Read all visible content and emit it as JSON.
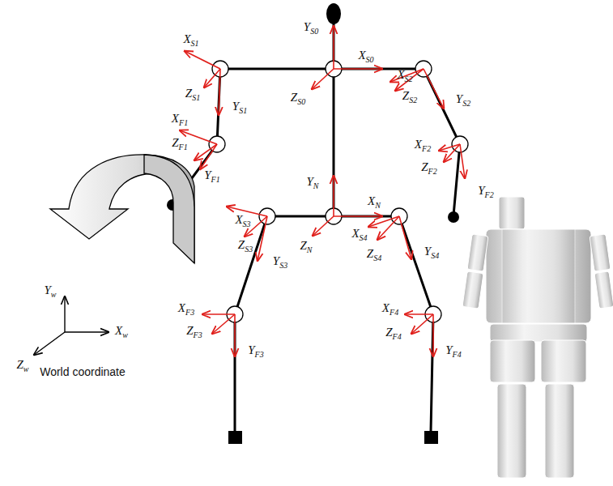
{
  "diagram": {
    "labels": [
      "YS0",
      "XS1",
      "XS0",
      "ZS1",
      "YS1",
      "ZS0",
      "XS2",
      "ZS2",
      "YS2",
      "XF1",
      "ZF1",
      "YF1",
      "XF2",
      "ZF2",
      "YF2",
      "YN",
      "XN",
      "XS3",
      "ZS3",
      "YS3",
      "ZN",
      "XS4",
      "ZS4",
      "YS4",
      "XF3",
      "ZF3",
      "YF3",
      "XF4",
      "ZF4",
      "YF4",
      "Yw",
      "Xw",
      "Zw",
      "World coordinate"
    ]
  }
}
